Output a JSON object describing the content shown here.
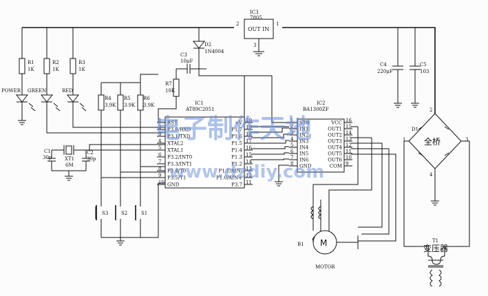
{
  "regulator": {
    "ref": "IC3",
    "part": "7805",
    "body": "OUT IN",
    "pin_left": "2",
    "pin_right": "1",
    "pin_gnd": "3"
  },
  "leds": {
    "r1": {
      "ref": "R1",
      "val": "1K",
      "label": "POWER"
    },
    "r2": {
      "ref": "R2",
      "val": "1K",
      "label": "GREEN"
    },
    "r3": {
      "ref": "R3",
      "val": "1K",
      "label": "RED"
    }
  },
  "diode": {
    "ref": "D2",
    "part": "1N4004"
  },
  "c3": {
    "ref": "C3",
    "val": "10μF"
  },
  "r7": {
    "ref": "R7",
    "val": "10K"
  },
  "pullups": [
    {
      "ref": "R4",
      "val": "3.9K"
    },
    {
      "ref": "R5",
      "val": "3.9K"
    },
    {
      "ref": "R6",
      "val": "3.9K"
    }
  ],
  "ic1": {
    "ref": "IC1",
    "part": "AT89C2051",
    "left_pins": [
      {
        "num": "1",
        "name": "RST"
      },
      {
        "num": "2",
        "name": "P3.0/RXD"
      },
      {
        "num": "3",
        "name": "P3.1/TXD"
      },
      {
        "num": "4",
        "name": "XTAL2"
      },
      {
        "num": "5",
        "name": "XTAL1"
      },
      {
        "num": "6",
        "name": "P3.2/INT0"
      },
      {
        "num": "7",
        "name": "P3.3/INT1"
      },
      {
        "num": "8",
        "name": "P3.4/T0"
      },
      {
        "num": "9",
        "name": "P3.5/T1"
      },
      {
        "num": "10",
        "name": "GND"
      }
    ],
    "right_pins": [
      {
        "num": "20",
        "name": "+V"
      },
      {
        "num": "19",
        "name": "P1.7"
      },
      {
        "num": "18",
        "name": "P1.6"
      },
      {
        "num": "17",
        "name": "P1.5"
      },
      {
        "num": "16",
        "name": "P1.4"
      },
      {
        "num": "15",
        "name": "P1.3"
      },
      {
        "num": "14",
        "name": "P1.2"
      },
      {
        "num": "13",
        "name": "P1.1/AIN-"
      },
      {
        "num": "12",
        "name": "P1.0/AIN+"
      },
      {
        "num": "11",
        "name": "P3.7"
      }
    ]
  },
  "ic2": {
    "ref": "IC2",
    "part": "BA1300ZF",
    "left_pins": [
      {
        "num": "1",
        "name": "STB"
      },
      {
        "num": "2",
        "name": "IN1"
      },
      {
        "num": "3",
        "name": "IN2"
      },
      {
        "num": "4",
        "name": "IN3"
      },
      {
        "num": "5",
        "name": "IN4"
      },
      {
        "num": "6",
        "name": "IN5"
      },
      {
        "num": "7",
        "name": "IN6"
      },
      {
        "num": "8",
        "name": "GND"
      }
    ],
    "right_pins": [
      {
        "num": "16",
        "name": "VCC"
      },
      {
        "num": "15",
        "name": "OUT1"
      },
      {
        "num": "14",
        "name": "OUT2"
      },
      {
        "num": "13",
        "name": "OUT3"
      },
      {
        "num": "12",
        "name": "OUT4"
      },
      {
        "num": "11",
        "name": "OUT5"
      },
      {
        "num": "10",
        "name": "OUT6"
      },
      {
        "num": "9",
        "name": "COM"
      }
    ]
  },
  "crystal": {
    "c1": "C1",
    "c1v": "30p",
    "xt": "XT1",
    "xtv": "6M",
    "c2": "C2",
    "c2v": "30p"
  },
  "switches": [
    "S3",
    "S2",
    "S1"
  ],
  "c4": {
    "ref": "C4",
    "val": "220μF"
  },
  "c5": {
    "ref": "C5",
    "val": "103"
  },
  "bridge": {
    "ref": "D1",
    "label": "全桥",
    "p1": "1",
    "p2": "2",
    "p3": "3",
    "p4": "4"
  },
  "motor": {
    "ref": "B1",
    "symbol": "M",
    "label": "MOTOR"
  },
  "transformer": {
    "ref": "T1",
    "label": "变压器"
  },
  "watermark": {
    "line1": "电子制作天地",
    "line2": "www.dzdiy.com"
  }
}
